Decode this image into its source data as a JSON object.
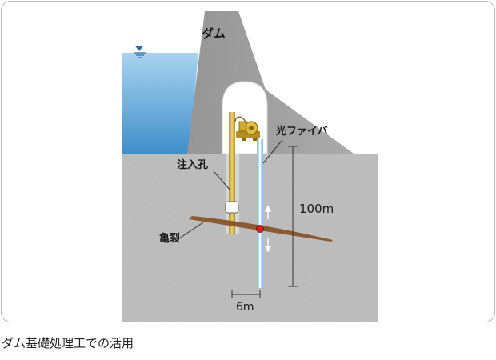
{
  "diagram": {
    "labels": {
      "dam": "ダム",
      "optical_fiber": "光ファイバ",
      "injection_hole": "注入孔",
      "crack": "亀裂",
      "depth": "100m",
      "spacing": "6m"
    },
    "colors": {
      "water": "#6aaedb",
      "bedrock": "#c4c4c4",
      "dam": "#a6a6a6",
      "pipe": "#ddbe52",
      "fiber": "#aed6ee",
      "crack": "#8c5a2e",
      "sensor": "#e21b1b"
    }
  },
  "caption": "ダム基礎処理工での活用"
}
